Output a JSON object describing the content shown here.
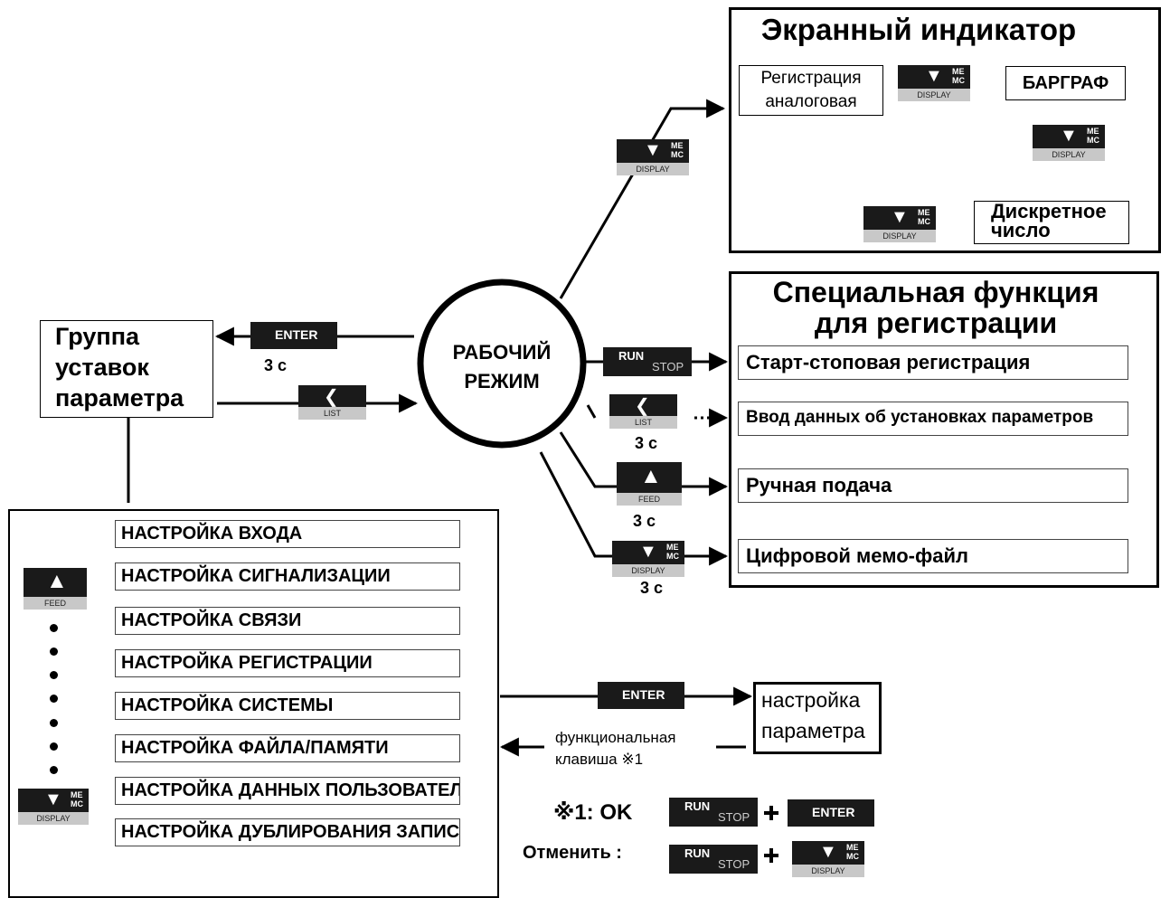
{
  "display_panel": {
    "title": "Экранный индикатор",
    "analog_reg": "Регистрация аналоговая",
    "bargraph": "БАРГРАФ",
    "discrete": "Дискретное число"
  },
  "special_panel": {
    "title": "Специальная функция для регистрации",
    "items": [
      "Старт-стоповая регистрация",
      "Ввод данных об установках параметров",
      "Ручная подача",
      "Цифровой мемо-файл"
    ]
  },
  "work_mode": "РАБОЧИЙ РЕЖИМ",
  "param_group": "Группа уставок параметра",
  "hold_3s": "3 с",
  "categories": [
    "НАСТРОЙКА ВХОДА",
    "НАСТРОЙКА СИГНАЛИЗАЦИИ",
    "НАСТРОЙКА СВЯЗИ",
    "НАСТРОЙКА РЕГИСТРАЦИИ",
    "НАСТРОЙКА СИСТЕМЫ",
    "НАСТРОЙКА ФАЙЛА/ПАМЯТИ",
    "НАСТРОЙКА ДАННЫХ ПОЛЬЗОВАТЕЛЯ",
    "НАСТРОЙКА ДУБЛИРОВАНИЯ ЗАПИСИ"
  ],
  "param_setting": "настройка параметра",
  "function_key": "функциональная клавиша ※1",
  "note": {
    "ok": "※1: OK",
    "cancel": "Отменить :"
  },
  "keys": {
    "enter": "ENTER",
    "run": "RUN",
    "stop": "STOP",
    "list": "LIST",
    "feed": "FEED",
    "display": "DISPLAY",
    "me": "ME",
    "mc": "MC"
  },
  "icons": [
    "down-arrow-icon",
    "left-arrow-icon",
    "up-arrow-icon"
  ]
}
